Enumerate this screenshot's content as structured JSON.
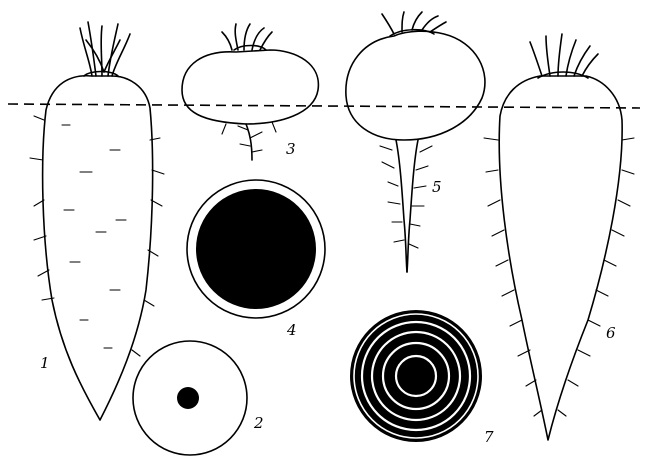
{
  "figure": {
    "labels": {
      "carrot": "1",
      "carrot_cross_section": "2",
      "flat_root": "3",
      "flat_root_cross_section": "4",
      "round_beet": "5",
      "long_beet": "6",
      "beet_cross_section": "7"
    }
  }
}
